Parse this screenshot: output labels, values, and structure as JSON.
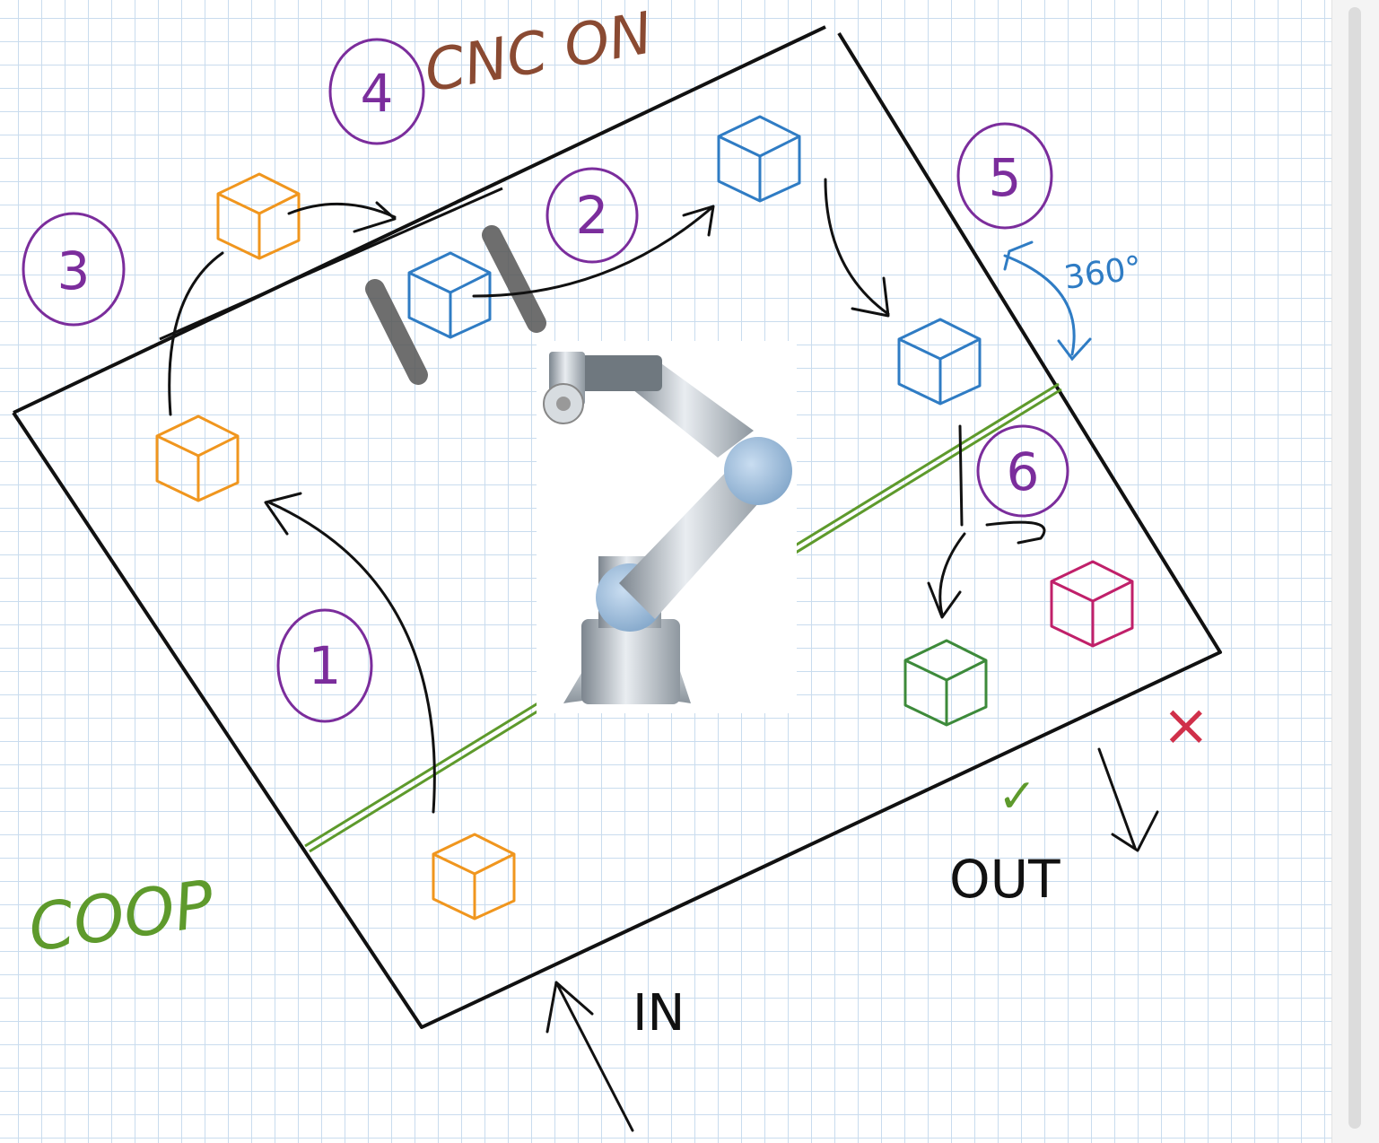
{
  "labels": {
    "cnc_on": "CNC ON",
    "coop": "COOP",
    "in": "IN",
    "out": "OUT",
    "deg360": "360°",
    "check": "✓",
    "cross": "×"
  },
  "steps": [
    "1",
    "2",
    "3",
    "4",
    "5",
    "6"
  ],
  "colors": {
    "ink": "#111111",
    "orange": "#f0961e",
    "blue": "#2f7cc4",
    "purple": "#7b2d9c",
    "brown": "#8a4a32",
    "green": "#5e9a2c",
    "magenta": "#c0206a",
    "red": "#d0304a",
    "grey": "#555555"
  }
}
